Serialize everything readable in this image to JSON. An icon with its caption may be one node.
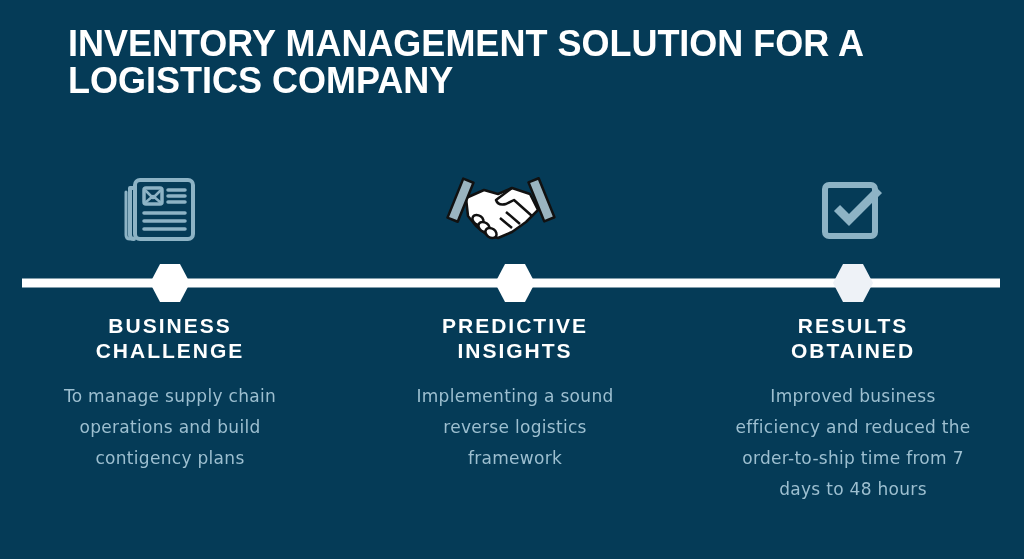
{
  "diagram": {
    "title": "INVENTORY MANAGEMENT SOLUTION FOR A LOGISTICS COMPANY",
    "nodes": [
      {
        "text": [
          "BUSINESS CHALLENGE",
          "To manage supply chain operations and build contigency plans"
        ]
      },
      {
        "text": [
          "PREDICTIVE INSIGHTS",
          "Implementing a sound reverse logistics framework"
        ]
      },
      {
        "text": [
          "RESULTS OBTAINED",
          "Improved business efficiency and reduced the order-to-ship time from 7 days to 48 hours"
        ]
      }
    ],
    "edges": [
      {
        "from": null,
        "to": 0,
        "arrow": "none"
      },
      {
        "from": 0,
        "to": 1,
        "arrow": "none"
      },
      {
        "from": 1,
        "to": 2,
        "arrow": "none"
      },
      {
        "from": 2,
        "to": null,
        "arrow": "none"
      }
    ]
  }
}
